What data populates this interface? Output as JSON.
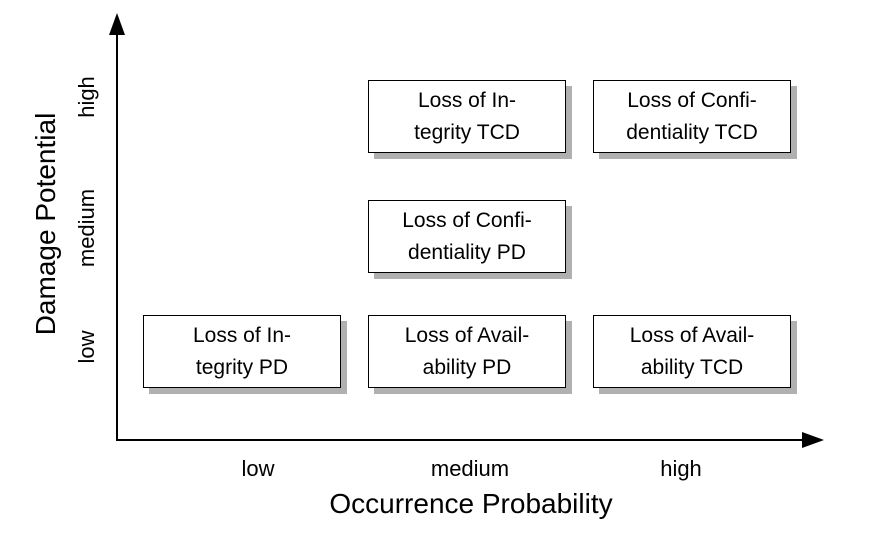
{
  "chart_data": {
    "type": "scatter",
    "xlabel": "Occurrence Probability",
    "ylabel": "Damage Potential",
    "x_ticks": [
      "low",
      "medium",
      "high"
    ],
    "y_ticks": [
      "low",
      "medium",
      "high"
    ],
    "grid": false,
    "legend": false,
    "points": [
      {
        "label": "Loss of Integrity TCD",
        "x": "medium",
        "y": "high"
      },
      {
        "label": "Loss of Confidentiality TCD",
        "x": "high",
        "y": "high"
      },
      {
        "label": "Loss of Confidentiality PD",
        "x": "medium",
        "y": "medium"
      },
      {
        "label": "Loss of Integrity PD",
        "x": "low",
        "y": "low"
      },
      {
        "label": "Loss of Availability PD",
        "x": "medium",
        "y": "low"
      },
      {
        "label": "Loss of Availability TCD",
        "x": "high",
        "y": "low"
      }
    ]
  },
  "boxes": [
    {
      "line1": "Loss of In-",
      "line2": "tegrity TCD"
    },
    {
      "line1": "Loss of Confi-",
      "line2": "dentiality TCD"
    },
    {
      "line1": "Loss of Confi-",
      "line2": "dentiality PD"
    },
    {
      "line1": "Loss of In-",
      "line2": "tegrity PD"
    },
    {
      "line1": "Loss of Avail-",
      "line2": "ability PD"
    },
    {
      "line1": "Loss of Avail-",
      "line2": "ability TCD"
    }
  ],
  "colors": {
    "background": "#ffffff",
    "axis": "#000000",
    "text": "#000000",
    "box_background": "#ffffff",
    "box_border": "#000000",
    "box_shadow": "#b0b0b0"
  }
}
